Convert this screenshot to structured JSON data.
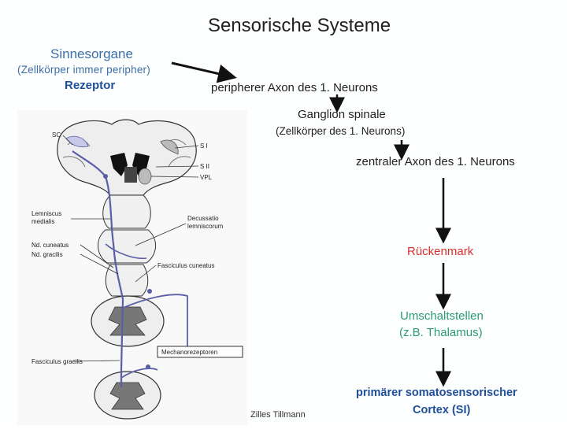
{
  "title": "Sensorische Systeme",
  "left": {
    "sinnesorgane": "Sinnesorgane",
    "zellkoerper": "(Zellkörper immer peripher)",
    "rezeptor": "Rezeptor"
  },
  "flow": {
    "peripherer_axon": "peripherer Axon des 1. Neurons",
    "ganglion": "Ganglion spinale",
    "ganglion_sub": "(Zellkörper des 1. Neurons)",
    "zentraler_axon": "zentraler Axon des 1. Neurons",
    "rueckenmark": "Rückenmark",
    "umschaltstellen": "Umschaltstellen",
    "umschaltstellen_sub": "(z.B. Thalamus)",
    "primaer": "primärer somatosensorischer",
    "cortex": "Cortex (SI)"
  },
  "figure_labels": {
    "sc": "SC",
    "s1": "S I",
    "s2": "S II",
    "vpl": "VPL",
    "lemniscus1": "Lemniscus",
    "lemniscus2": "medialis",
    "decussatio1": "Decussatio",
    "decussatio2": "lemniscorum",
    "nd_cuneatus": "Nd. cuneatus",
    "nd_gracilis": "Nd. gracilis",
    "fasc_cuneatus": "Fasciculus cuneatus",
    "mechano": "Mechanorezeptoren",
    "fasc_gracilis": "Fasciculus gracilis"
  },
  "credit": "Zilles Tillmann",
  "colors": {
    "blue_text": "#3b6fa8",
    "dark_blue": "#1f4f9a",
    "red": "#d93030",
    "green": "#2b9a78",
    "pathway": "#5a5fa6"
  }
}
